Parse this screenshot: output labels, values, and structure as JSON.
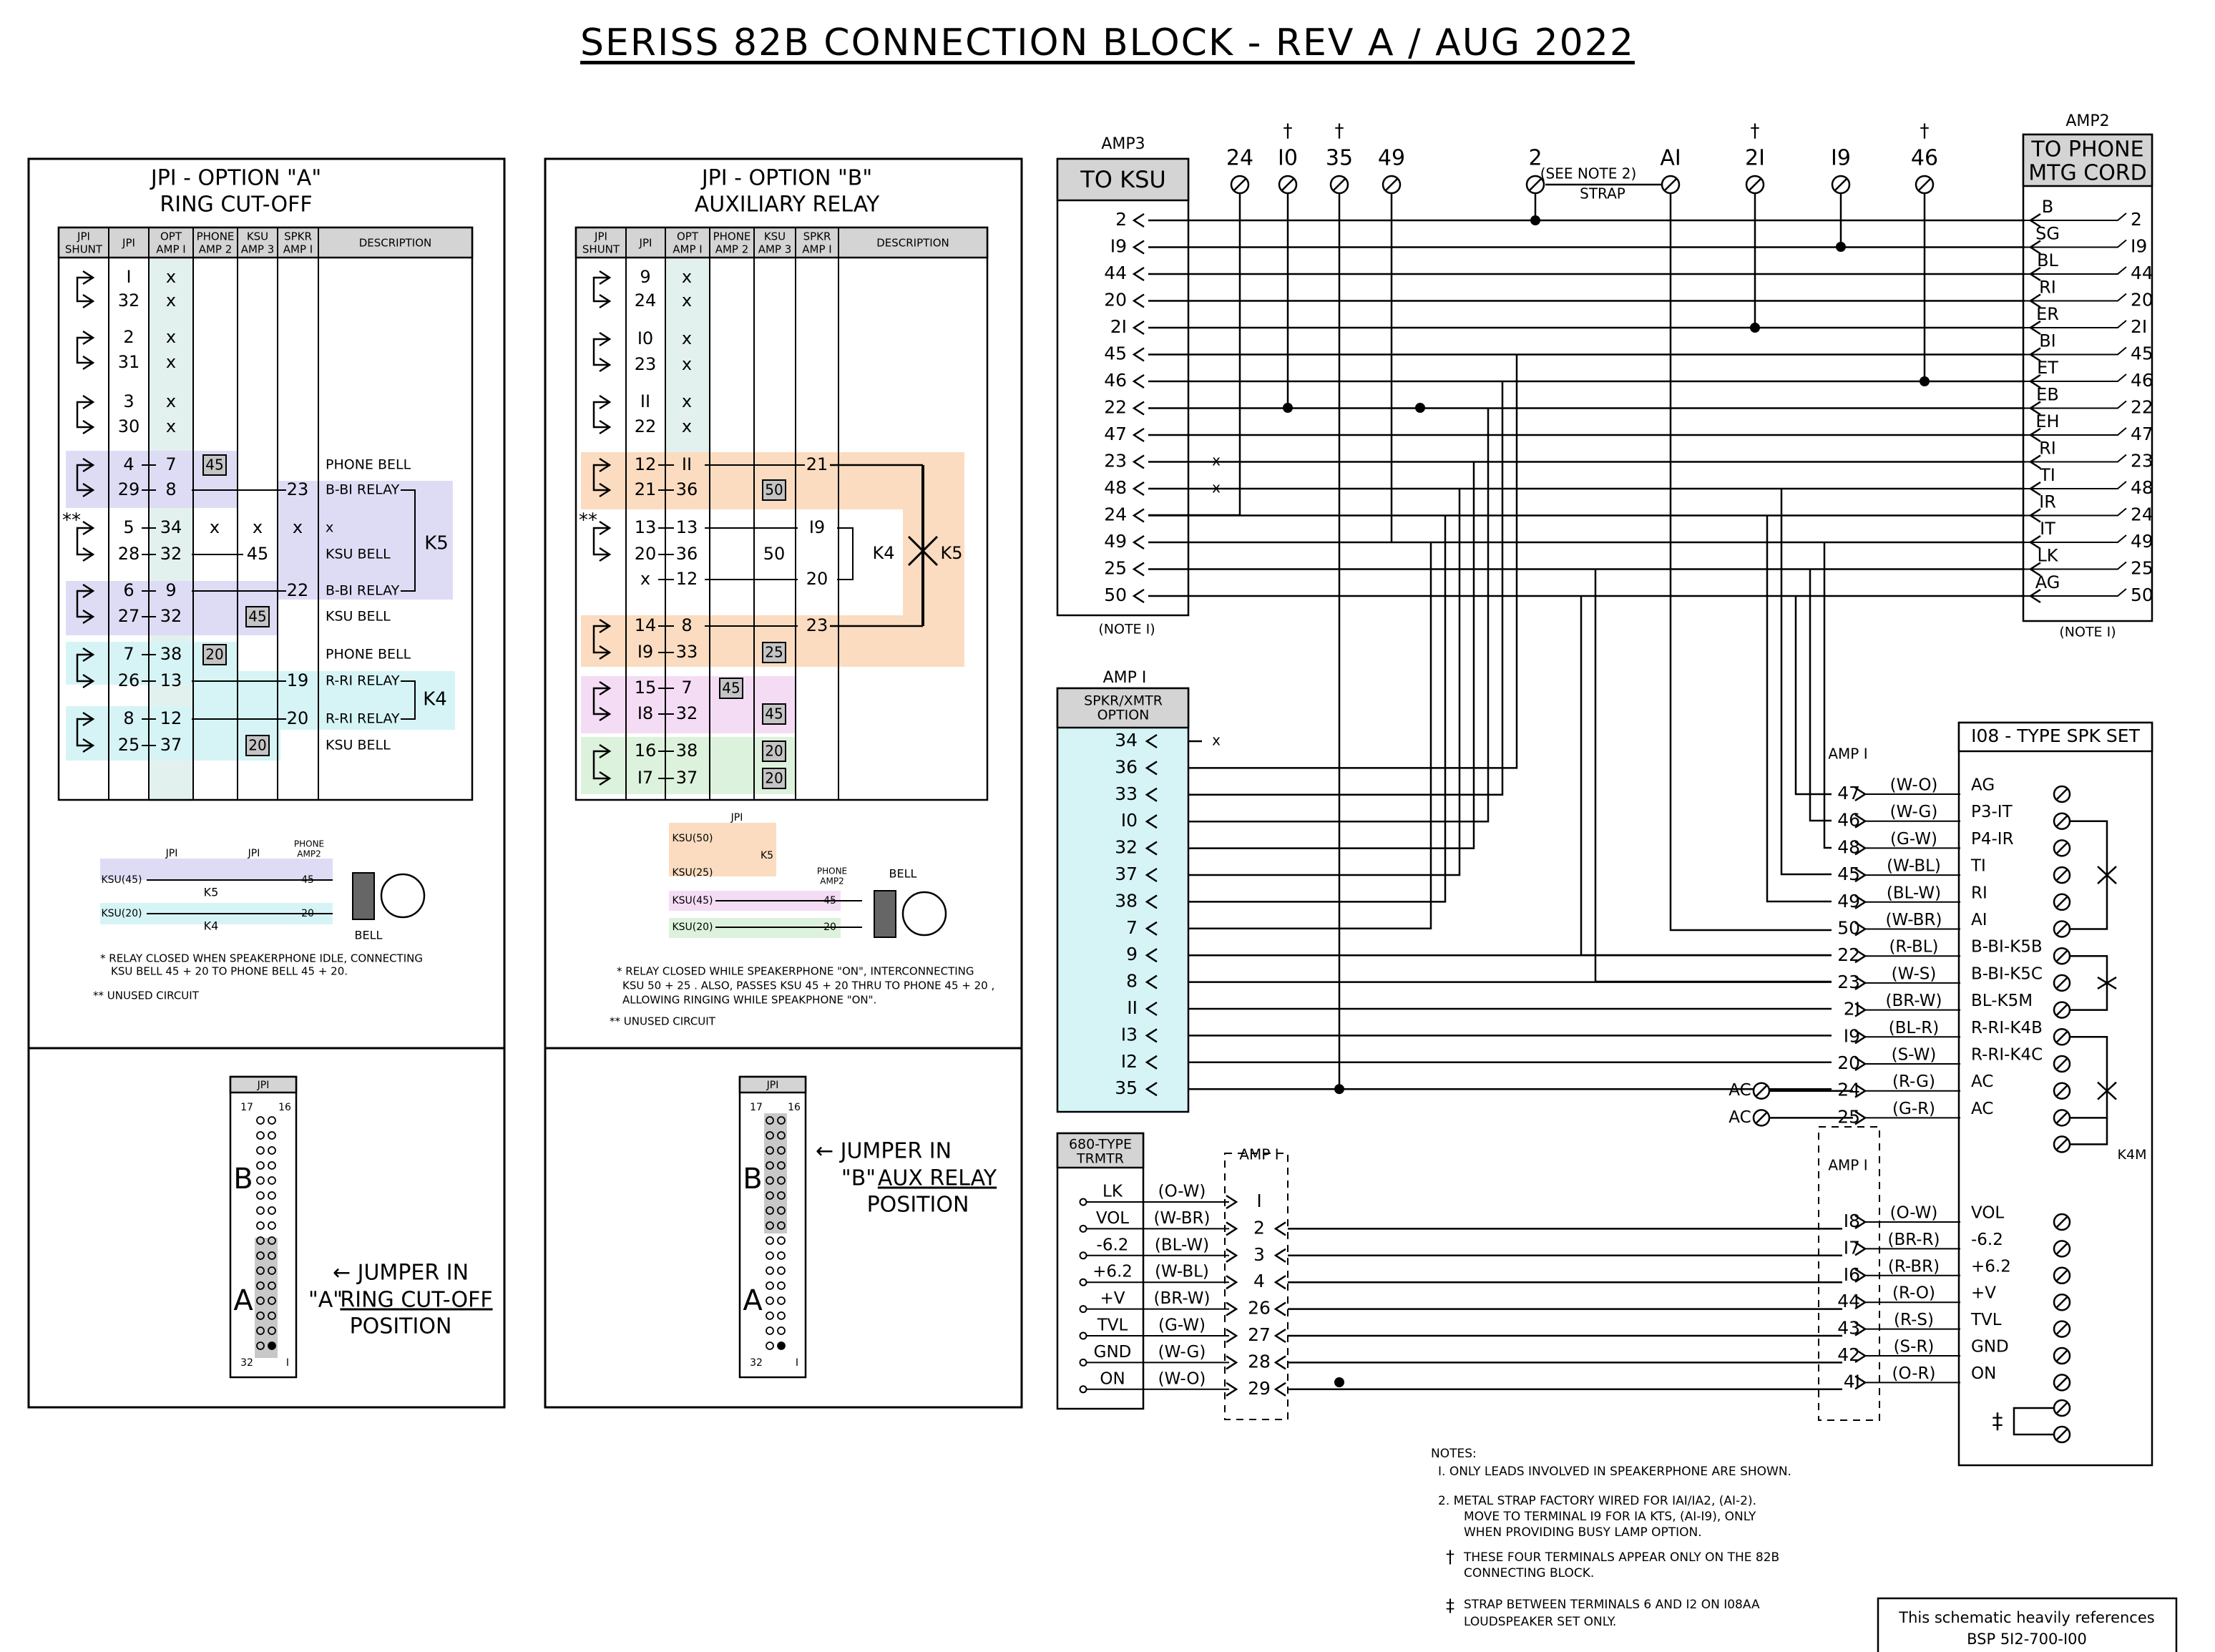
{
  "title": "SERISS 82B CONNECTION BLOCK - REV A / AUG 2022",
  "panelA": {
    "heading1": "JPI - OPTION \"A\"",
    "heading2": "RING CUT-OFF",
    "col_headers": [
      [
        "JPI",
        "SHUNT"
      ],
      [
        "JPI"
      ],
      [
        "OPT",
        "AMP I"
      ],
      [
        "PHONE",
        "AMP 2"
      ],
      [
        "KSU",
        "AMP 3"
      ],
      [
        "SPKR",
        "AMP I"
      ],
      [
        "DESCRIPTION"
      ]
    ],
    "rows": [
      {
        "jpi": "I",
        "opt": "x"
      },
      {
        "jpi": "32",
        "opt": "x"
      },
      {
        "jpi": "2",
        "opt": "x"
      },
      {
        "jpi": "31",
        "opt": "x"
      },
      {
        "jpi": "3",
        "opt": "x"
      },
      {
        "jpi": "30",
        "opt": "x"
      },
      {
        "jpi": "4",
        "opt": "7",
        "phone": "45",
        "desc": "PHONE  BELL"
      },
      {
        "jpi": "29",
        "opt": "8",
        "spkr": "23",
        "desc": "B-BI RELAY"
      },
      {
        "jpi": "5",
        "opt": "34",
        "phone": "x",
        "ksu": "x",
        "spkr": "x",
        "desc": "x"
      },
      {
        "jpi": "28",
        "opt": "32",
        "ksu": "45",
        "desc": "KSU BELL"
      },
      {
        "jpi": "6",
        "opt": "9",
        "spkr": "22",
        "desc": "B-BI RELAY"
      },
      {
        "jpi": "27",
        "opt": "32",
        "ksu": "45",
        "desc": "KSU BELL"
      },
      {
        "jpi": "7",
        "opt": "38",
        "phone": "20",
        "desc": "PHONE BELL"
      },
      {
        "jpi": "26",
        "opt": "13",
        "spkr": "19",
        "desc": "R-RI RELAY"
      },
      {
        "jpi": "8",
        "opt": "12",
        "spkr": "20",
        "desc": "R-RI RELAY"
      },
      {
        "jpi": "25",
        "opt": "37",
        "ksu": "20",
        "desc": "KSU BELL"
      }
    ],
    "relays": [
      "K5",
      "K4"
    ],
    "unused": "**",
    "mini_labels": [
      "JPI",
      "JPI",
      "PHONE",
      "AMP2",
      "KSU(45)",
      "KSU(20)",
      "45",
      "20",
      "K5",
      "K4",
      "BELL"
    ],
    "note1": "* RELAY CLOSED WHEN SPEAKERPHONE IDLE, CONNECTING",
    "note2": "KSU BELL 45 + 20 TO PHONE BELL 45 + 20.",
    "note3": "**  UNUSED CIRCUIT",
    "jumper_label": "JPI",
    "pin_tl": "17",
    "pin_tr": "16",
    "pin_bl": "32",
    "pin_br": "I",
    "letter_b": "B",
    "letter_a": "A",
    "jumper_text1": "← JUMPER IN",
    "jumper_text2a": "\"A\"",
    "jumper_text2b": "RING CUT-OFF",
    "jumper_text3": "POSITION"
  },
  "panelB": {
    "heading1": "JPI - OPTION \"B\"",
    "heading2": "AUXILIARY RELAY",
    "rows": [
      {
        "jpi": "9",
        "opt": "x"
      },
      {
        "jpi": "24",
        "opt": "x"
      },
      {
        "jpi": "I0",
        "opt": "x"
      },
      {
        "jpi": "23",
        "opt": "x"
      },
      {
        "jpi": "II",
        "opt": "x"
      },
      {
        "jpi": "22",
        "opt": "x"
      },
      {
        "jpi": "12",
        "opt": "II",
        "spkr": "21"
      },
      {
        "jpi": "21",
        "opt": "36",
        "phone": "50"
      },
      {
        "jpi": "13",
        "opt": "13",
        "spkr": "I9"
      },
      {
        "jpi": "20",
        "opt": "36",
        "phone": "50"
      },
      {
        "jpi": "x",
        "opt": "12",
        "spkr": "20"
      },
      {
        "jpi": "14",
        "opt": "8",
        "spkr": "23"
      },
      {
        "jpi": "I9",
        "opt": "33",
        "phone": "25"
      },
      {
        "jpi": "15",
        "opt": "7",
        "ksu": "45"
      },
      {
        "jpi": "I8",
        "opt": "32",
        "ksu2": "45"
      },
      {
        "jpi": "16",
        "opt": "38",
        "phone": "20"
      },
      {
        "jpi": "I7",
        "opt": "37",
        "ksu2": "20"
      }
    ],
    "relays": [
      "K4",
      "K5"
    ],
    "mini_labels": [
      "JPI",
      "KSU(50)",
      "KSU(25)",
      "KSU(45)",
      "KSU(20)",
      "PHONE",
      "AMP2",
      "45",
      "20",
      "K5",
      "BELL"
    ],
    "note1": "* RELAY CLOSED WHILE SPEAKERPHONE \"ON\", INTERCONNECTING",
    "note2": "KSU 50 + 25 . ALSO, PASSES KSU 45 + 20 THRU TO PHONE 45 + 20 ,",
    "note3": "ALLOWING RINGING WHILE SPEAKPHONE \"ON\".",
    "note4": "**  UNUSED CIRCUIT",
    "jumper_label": "JPI",
    "jumper_text1": "← JUMPER IN",
    "jumper_text2a": "\"B\"",
    "jumper_text2b": "AUX RELAY",
    "jumper_text3": "POSITION"
  },
  "amp3": {
    "label": "AMP3",
    "header": "TO KSU",
    "pins": [
      "2",
      "I9",
      "44",
      "20",
      "2I",
      "45",
      "46",
      "22",
      "47",
      "23",
      "48",
      "24",
      "49",
      "25",
      "50"
    ],
    "note": "(NOTE I)"
  },
  "top_terminals": [
    {
      "label": "24",
      "dagger": ""
    },
    {
      "label": "I0",
      "dagger": "†"
    },
    {
      "label": "35",
      "dagger": "†"
    },
    {
      "label": "49",
      "dagger": ""
    },
    {
      "label": "2",
      "dagger": ""
    },
    {
      "label": "AI",
      "dagger": ""
    },
    {
      "label": "2I",
      "dagger": "†"
    },
    {
      "label": "I9",
      "dagger": ""
    },
    {
      "label": "46",
      "dagger": "†"
    }
  ],
  "strap": {
    "note": "(SEE NOTE 2)",
    "label": "STRAP"
  },
  "amp2": {
    "label": "AMP2",
    "header1": "TO PHONE",
    "header2": "MTG CORD",
    "codes": [
      "B",
      "SG",
      "BL",
      "RI",
      "ER",
      "BI",
      "ET",
      "EB",
      "EH",
      "RI",
      "TI",
      "IR",
      "IT",
      "LK",
      "AG"
    ],
    "pins": [
      "2",
      "I9",
      "44",
      "20",
      "2I",
      "45",
      "46",
      "22",
      "47",
      "23",
      "48",
      "24",
      "49",
      "25",
      "50"
    ],
    "note": "(NOTE I)"
  },
  "amp1": {
    "label": "AMP I",
    "header1": "SPKR/XMTR",
    "header2": "OPTION",
    "pins": [
      "34",
      "36",
      "33",
      "I0",
      "32",
      "37",
      "38",
      "7",
      "9",
      "8",
      "II",
      "I3",
      "I2",
      "35"
    ]
  },
  "trmtr": {
    "header1": "680-TYPE",
    "header2": "TRMTR",
    "amp_label": "AMP I",
    "rows": [
      {
        "name": "LK",
        "color": "(O-W)",
        "pin": "I"
      },
      {
        "name": "VOL",
        "color": "(W-BR)",
        "pin": "2"
      },
      {
        "name": "-6.2",
        "color": "(BL-W)",
        "pin": "3"
      },
      {
        "name": "+6.2",
        "color": "(W-BL)",
        "pin": "4"
      },
      {
        "name": "+V",
        "color": "(BR-W)",
        "pin": "26"
      },
      {
        "name": "TVL",
        "color": "(G-W)",
        "pin": "27"
      },
      {
        "name": "GND",
        "color": "(W-G)",
        "pin": "28"
      },
      {
        "name": "ON",
        "color": "(W-O)",
        "pin": "29"
      }
    ]
  },
  "spk": {
    "header": "I08 - TYPE SPK SET",
    "amp_label_top": "AMP I",
    "amp_label_mid": "AMP I",
    "rows_top": [
      {
        "pin": "47",
        "color": "(W-O)",
        "name": "AG"
      },
      {
        "pin": "46",
        "color": "(W-G)",
        "name": "P3-IT"
      },
      {
        "pin": "48",
        "color": "(G-W)",
        "name": "P4-IR"
      },
      {
        "pin": "45",
        "color": "(W-BL)",
        "name": "TI"
      },
      {
        "pin": "49",
        "color": "(BL-W)",
        "name": "RI"
      },
      {
        "pin": "50",
        "color": "(W-BR)",
        "name": "AI"
      },
      {
        "pin": "22",
        "color": "(R-BL)",
        "name": "B-BI-K5B"
      },
      {
        "pin": "23",
        "color": "(W-S)",
        "name": "B-BI-K5C"
      },
      {
        "pin": "2I",
        "color": "(BR-W)",
        "name": "BL-K5M"
      },
      {
        "pin": "I9",
        "color": "(BL-R)",
        "name": "R-RI-K4B"
      },
      {
        "pin": "20",
        "color": "(S-W)",
        "name": "R-RI-K4C"
      },
      {
        "pin": "24",
        "color": "(R-G)",
        "name": "AC"
      },
      {
        "pin": "25",
        "color": "(G-R)",
        "name": "AC"
      }
    ],
    "rows_bottom": [
      {
        "pin": "I8",
        "color": "(O-W)",
        "name": "VOL"
      },
      {
        "pin": "I7",
        "color": "(BR-R)",
        "name": "-6.2"
      },
      {
        "pin": "I6",
        "color": "(R-BR)",
        "name": "+6.2"
      },
      {
        "pin": "44",
        "color": "(R-O)",
        "name": "+V"
      },
      {
        "pin": "43",
        "color": "(R-S)",
        "name": "TVL"
      },
      {
        "pin": "42",
        "color": "(S-R)",
        "name": "GND"
      },
      {
        "pin": "4I",
        "color": "(O-R)",
        "name": "ON"
      }
    ],
    "ac1": "AC",
    "ac2": "AC",
    "k4m": "K4M",
    "dagger": "‡"
  },
  "notes": {
    "title": "NOTES:",
    "n1": "I. ONLY LEADS INVOLVED IN SPEAKERPHONE ARE SHOWN.",
    "n2a": "2. METAL STRAP FACTORY WIRED FOR IAI/IA2, (AI-2).",
    "n2b": "MOVE TO TERMINAL I9 FOR IA KTS, (AI-I9), ONLY",
    "n2c": "WHEN PROVIDING BUSY LAMP OPTION.",
    "n3a": "THESE FOUR TERMINALS APPEAR ONLY ON THE 82B",
    "n3b": "CONNECTING BLOCK.",
    "n4a": "STRAP BETWEEN TERMINALS 6 AND I2 ON I08AA",
    "n4b": "LOUDSPEAKER SET ONLY.",
    "dagger": "†",
    "ddagger": "‡"
  },
  "reference": {
    "line1": "This schematic heavily references",
    "line2": "BSP 5I2-700-I00"
  },
  "colors": {
    "blue": "#dedcf5",
    "cyan": "#d6f4f6",
    "orange": "#fbdcc0",
    "pink": "#f5dcf5",
    "green": "#ddf2dd",
    "opt_col": "#e3f1ee",
    "table_head": "#d4d4d4",
    "jumper_fill": "#c8c8c8"
  }
}
